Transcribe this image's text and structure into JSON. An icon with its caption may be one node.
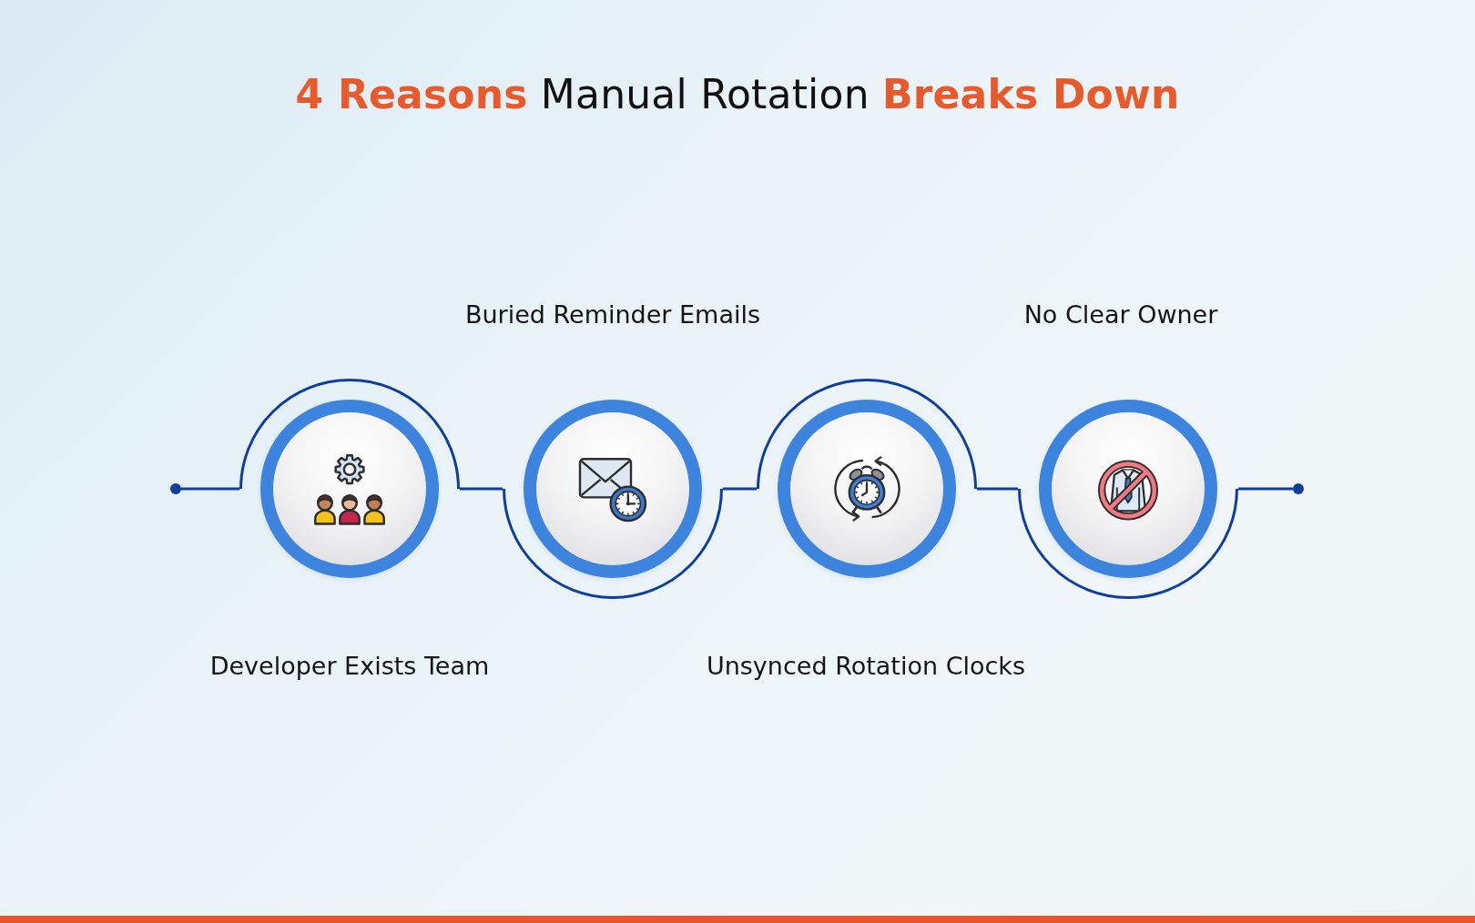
{
  "diagram": {
    "title": "**4 Reasons** Manual Rotation **Breaks Down**",
    "nodes": [
      {
        "text": [],
        "shape": "circle"
      },
      {
        "text": [
          "Developer Exists Team"
        ]
      },
      {
        "text": [
          "Buried Reminder Emails"
        ]
      },
      {
        "text": [
          "Unsynced Rotation Clocks"
        ]
      },
      {
        "text": [
          "No Clear Owner"
        ]
      },
      {
        "text": [],
        "shape": "circle"
      }
    ],
    "edges": [
      {
        "from": 0,
        "to": 1,
        "arrow": "none"
      },
      {
        "from": 1,
        "to": 2,
        "arrow": "none"
      },
      {
        "from": 2,
        "to": 3,
        "arrow": "none"
      },
      {
        "from": 3,
        "to": 4,
        "arrow": "none"
      },
      {
        "from": 4,
        "to": 5,
        "arrow": "none"
      }
    ]
  }
}
